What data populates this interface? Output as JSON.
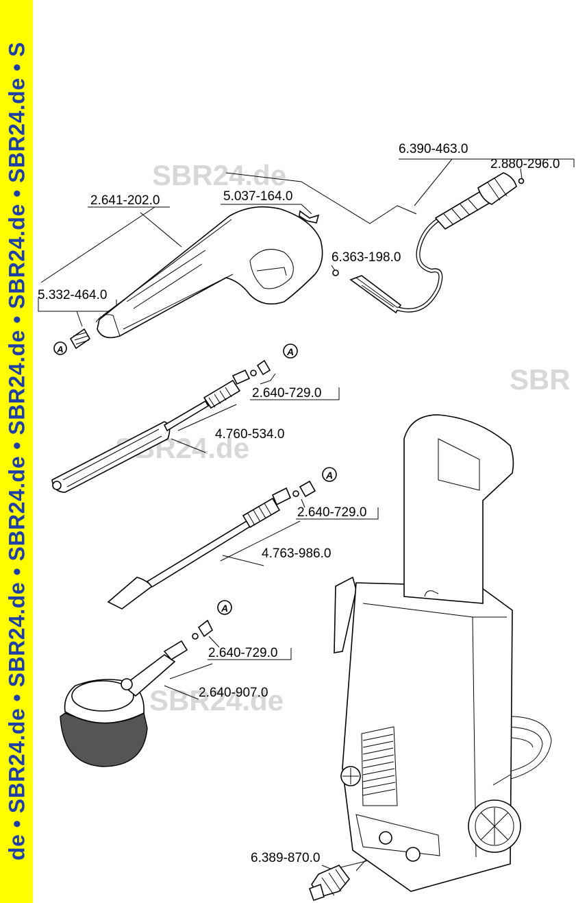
{
  "watermark_strip": "de • SBR24.de • SBR24.de • SBR24.de • SBR24.de • SBR24.de • SBR24.de • S",
  "watermarks": [
    "SBR24.de",
    "SBR",
    "SBR24.de",
    "SBR24.de"
  ],
  "colors": {
    "strip_background": "#ffff00",
    "strip_text": "#1e3fa6",
    "watermark": "#d8d8d8",
    "line_art": "#000000"
  },
  "callout_letter": "A",
  "part_numbers": {
    "spray_gun": "2.641-202.0",
    "gun_clip": "5.037-164.0",
    "spring": "5.332-464.0",
    "hose": "6.390-463.0",
    "hose_ring": "2.880-296.0",
    "o_ring": "6.363-198.0",
    "nozzle_set_1": "2.640-729.0",
    "spray_lance": "4.760-534.0",
    "nozzle_set_2": "2.640-729.0",
    "dirt_blaster": "4.763-986.0",
    "nozzle_set_3": "2.640-729.0",
    "wash_brush": "2.640-907.0",
    "water_connector": "6.389-870.0"
  }
}
